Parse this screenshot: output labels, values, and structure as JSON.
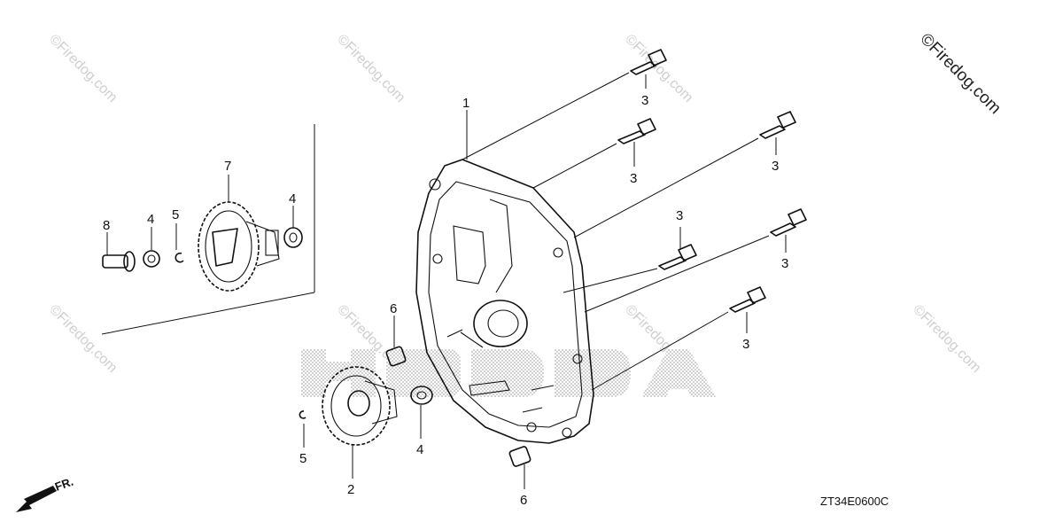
{
  "diagram": {
    "part_code": "ZT34E0600C",
    "direction_label": "FR.",
    "watermark_text": "©Firedog.com",
    "callouts": {
      "c1": "1",
      "c2": "2",
      "c3a": "3",
      "c3b": "3",
      "c3c": "3",
      "c3d": "3",
      "c3e": "3",
      "c3f": "3",
      "c4a": "4",
      "c4b": "4",
      "c4c": "4",
      "c5a": "5",
      "c5b": "5",
      "c6a": "6",
      "c6b": "6",
      "c7": "7",
      "c8": "8"
    }
  }
}
